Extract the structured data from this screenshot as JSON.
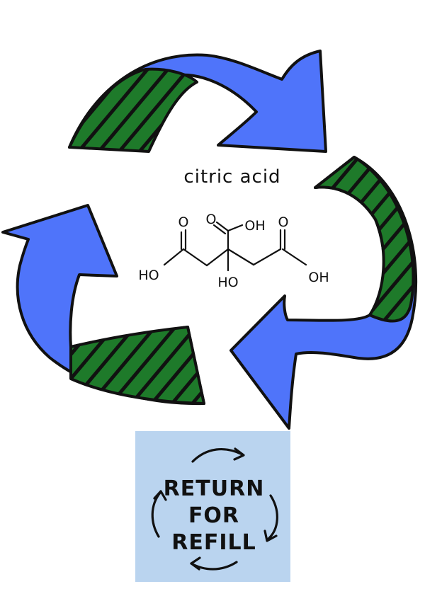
{
  "colors": {
    "arrow_blue": "#4F74FA",
    "hatch_green": "#1E7A2A",
    "outline": "#111111",
    "badge_bg": "#BAD4EF",
    "background": "#FFFFFF"
  },
  "molecule": {
    "name": "citric acid",
    "atoms": {
      "carbonyl_left": "O",
      "carbonyl_center": "O",
      "hydroxyl_center_top": "OH",
      "carbonyl_right": "O",
      "hydroxyl_left": "HO",
      "hydroxyl_center": "HO",
      "hydroxyl_right": "OH"
    }
  },
  "badge": {
    "line1": "RETURN",
    "line2": "FOR",
    "line3": "REFILL"
  },
  "icons": {
    "recycle_arrows": "recycle-icon",
    "refill_cycle": "refresh-cycle-icon"
  }
}
